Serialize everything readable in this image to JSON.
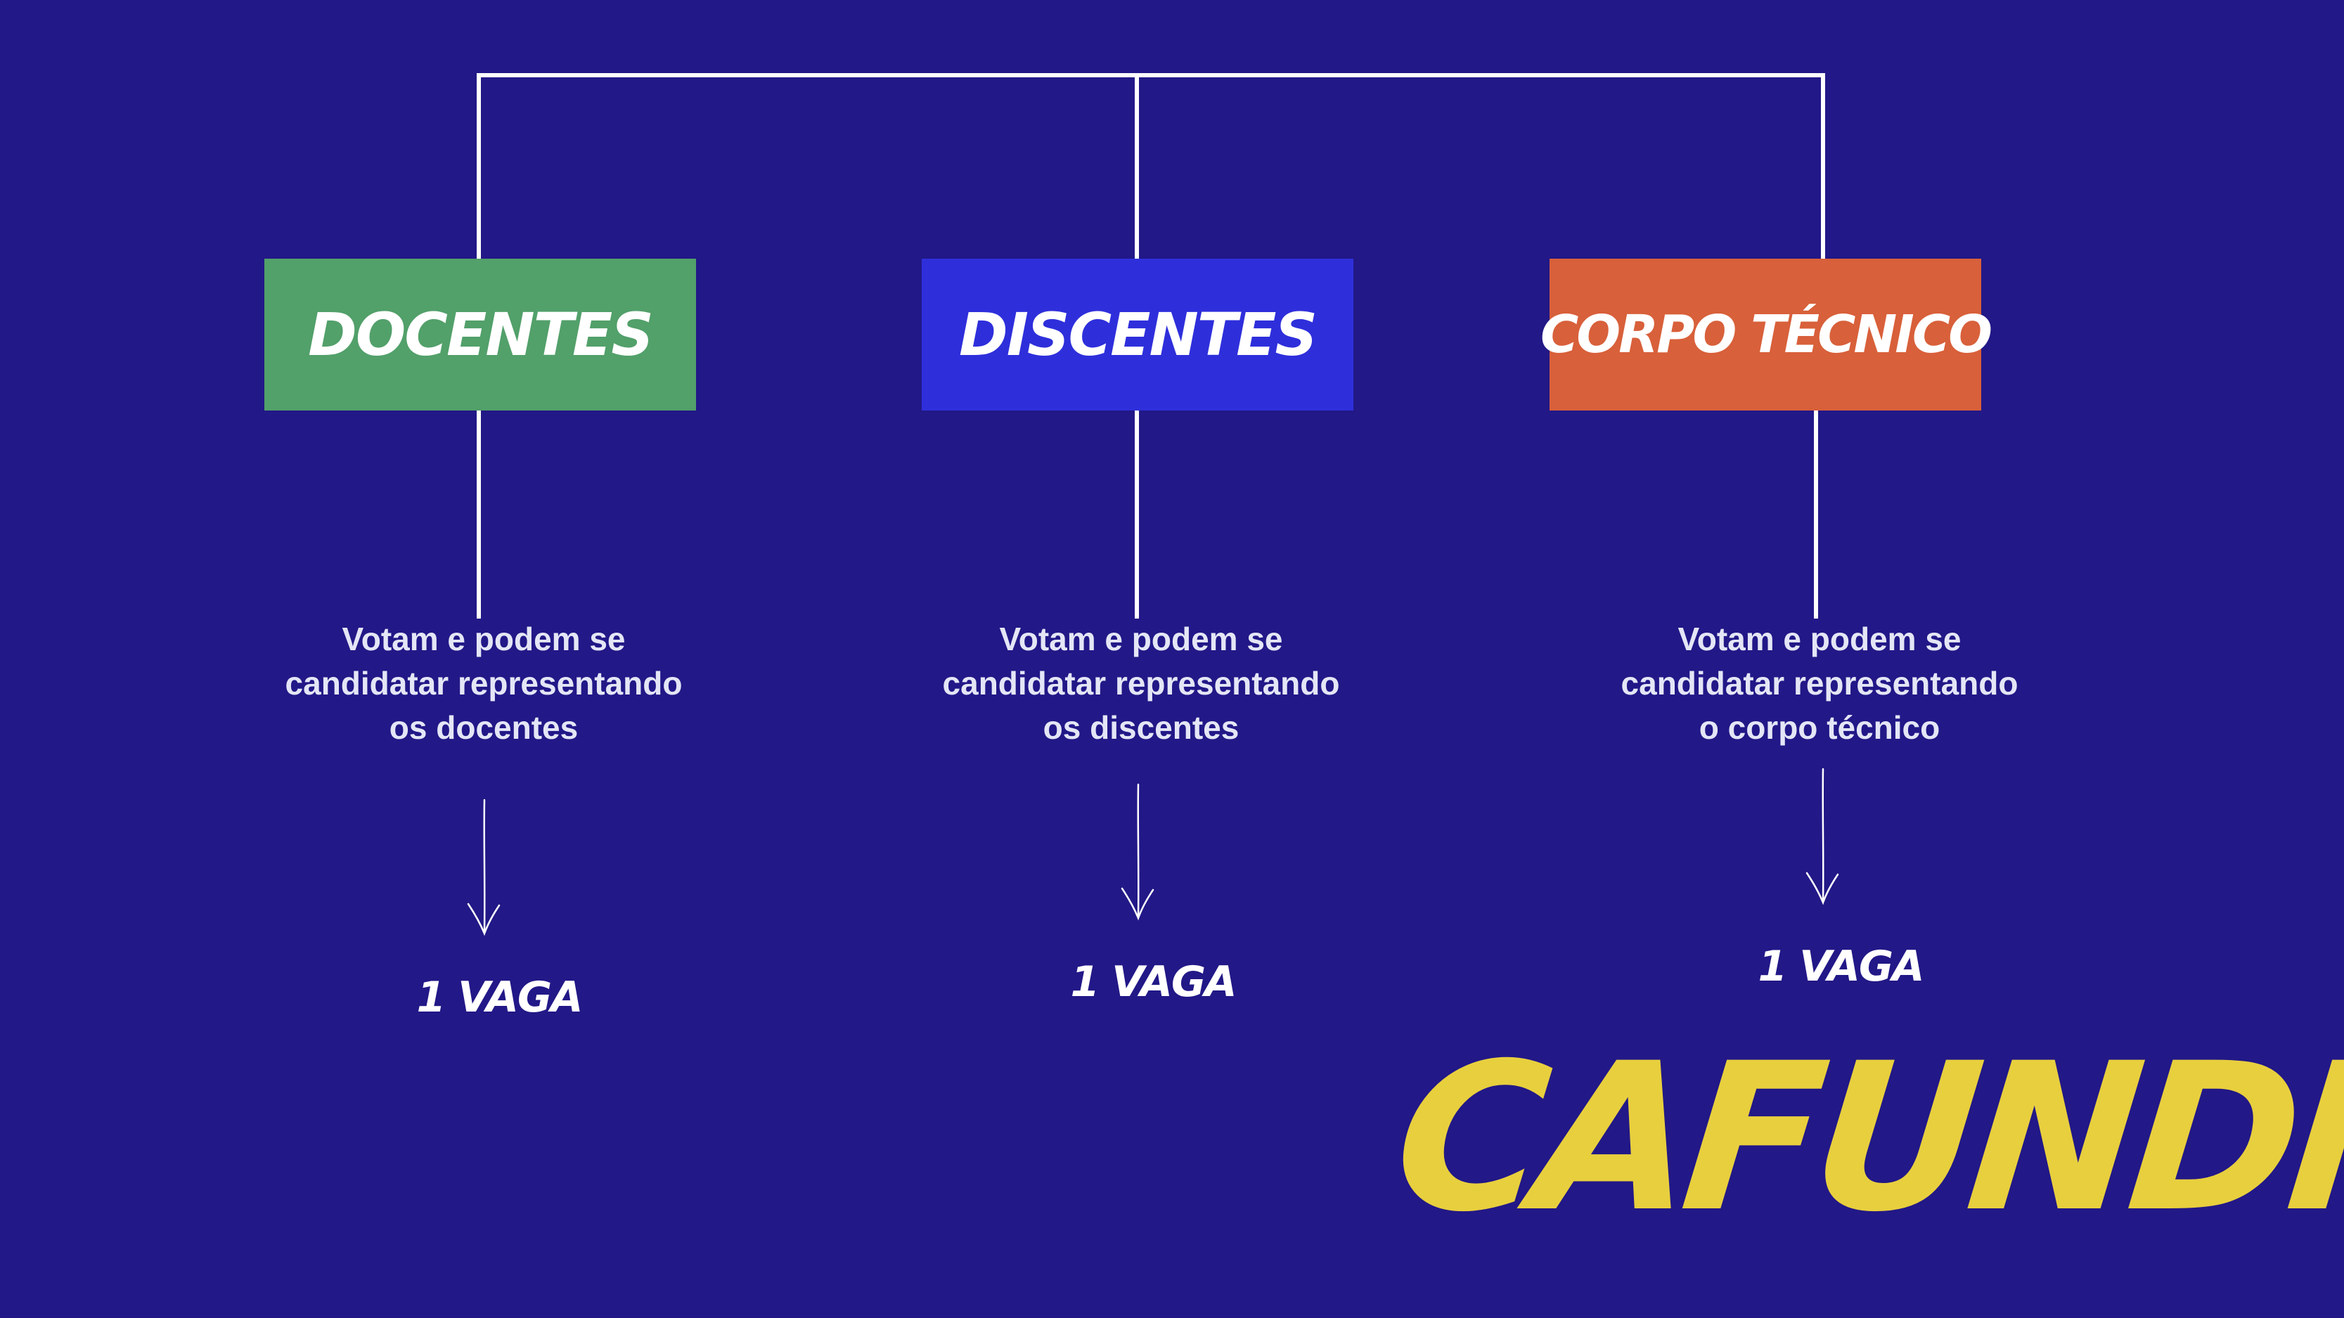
{
  "colors": {
    "background": "#221887",
    "docentes": "#52a06a",
    "discentes": "#2e2fdb",
    "corpo_tecnico": "#d8603a",
    "logo": "#e8cf3e",
    "lines": "#ffffff"
  },
  "categories": [
    {
      "title": "DOCENTES",
      "description": [
        "Votam e podem se",
        "candidatar representando",
        "os docentes"
      ],
      "seats": "1 VAGA"
    },
    {
      "title": "DISCENTES",
      "description": [
        "Votam e podem se",
        "candidatar representando",
        "os discentes"
      ],
      "seats": "1 VAGA"
    },
    {
      "title": "CORPO TÉCNICO",
      "description": [
        "Votam e podem se",
        "candidatar representando",
        "o corpo técnico"
      ],
      "seats": "1 VAGA"
    }
  ],
  "logo": "CAFUNDF",
  "icons": {
    "arrow": "arrow-down-icon"
  }
}
